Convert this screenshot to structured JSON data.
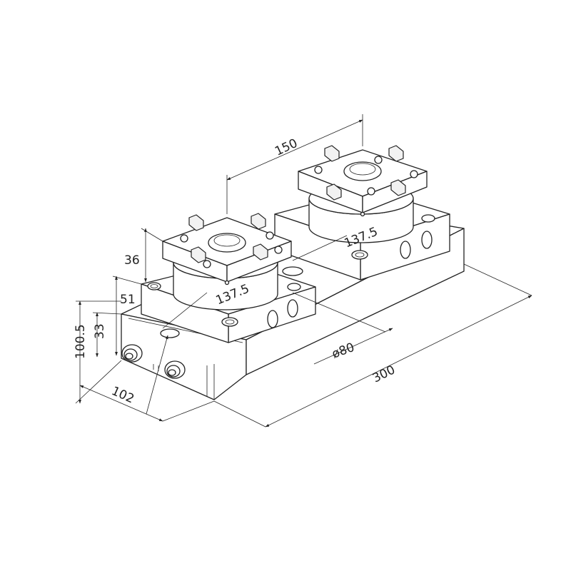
{
  "drawing": {
    "line_color": "#222222",
    "background": "#ffffff",
    "dimensions": {
      "d150": "150",
      "d137a": "137.5",
      "d137b": "137.5",
      "d36": "36",
      "d51": "51",
      "d33": "33",
      "d100": "100.5",
      "d102": "102",
      "d80": "ø80",
      "d300": "300"
    }
  }
}
